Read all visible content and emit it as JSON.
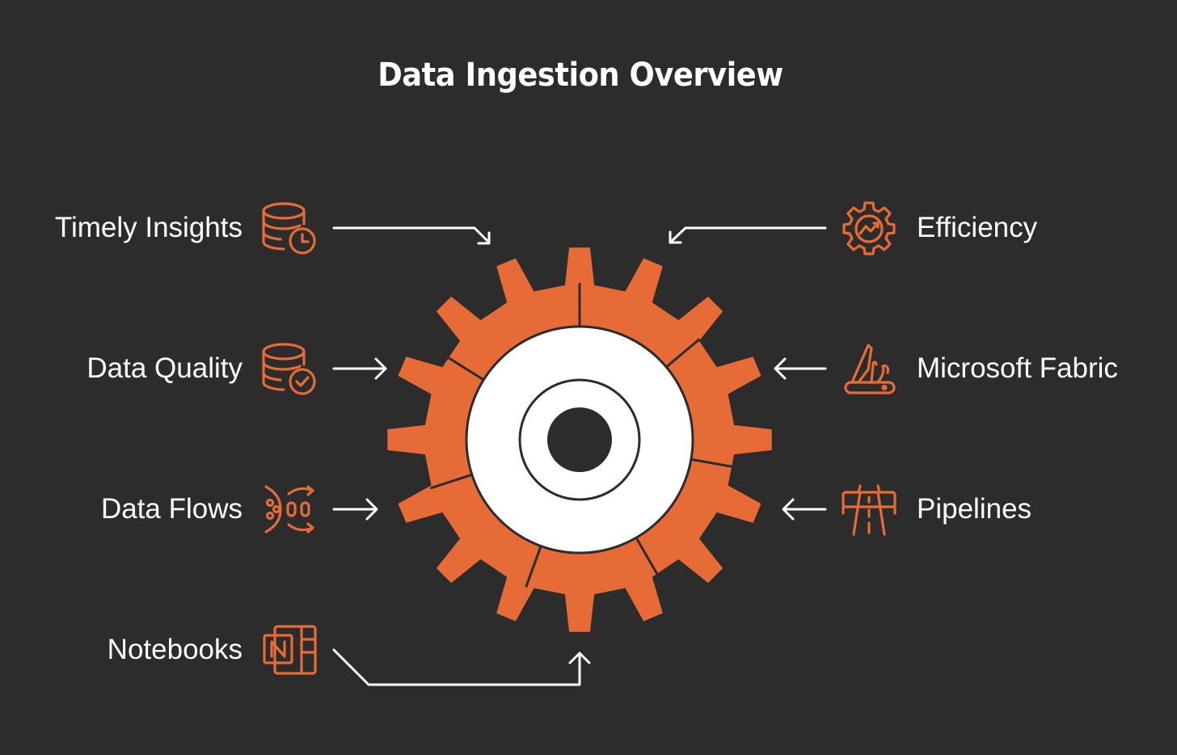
{
  "title": "Data Ingestion Overview",
  "colors": {
    "background": "#2c2c2c",
    "accent": "#e66b37",
    "text": "#ffffff",
    "hub": "#ffffff",
    "hub_center": "#2c2c2c"
  },
  "left_items": [
    {
      "label": "Timely Insights",
      "icon": "database-clock-icon"
    },
    {
      "label": "Data Quality",
      "icon": "database-check-icon"
    },
    {
      "label": "Data Flows",
      "icon": "data-flow-icon"
    },
    {
      "label": "Notebooks",
      "icon": "onenote-notebook-icon"
    }
  ],
  "right_items": [
    {
      "label": "Efficiency",
      "icon": "gear-chart-icon"
    },
    {
      "label": "Microsoft Fabric",
      "icon": "swiss-knife-icon"
    },
    {
      "label": "Pipelines",
      "icon": "pipeline-road-icon"
    }
  ]
}
